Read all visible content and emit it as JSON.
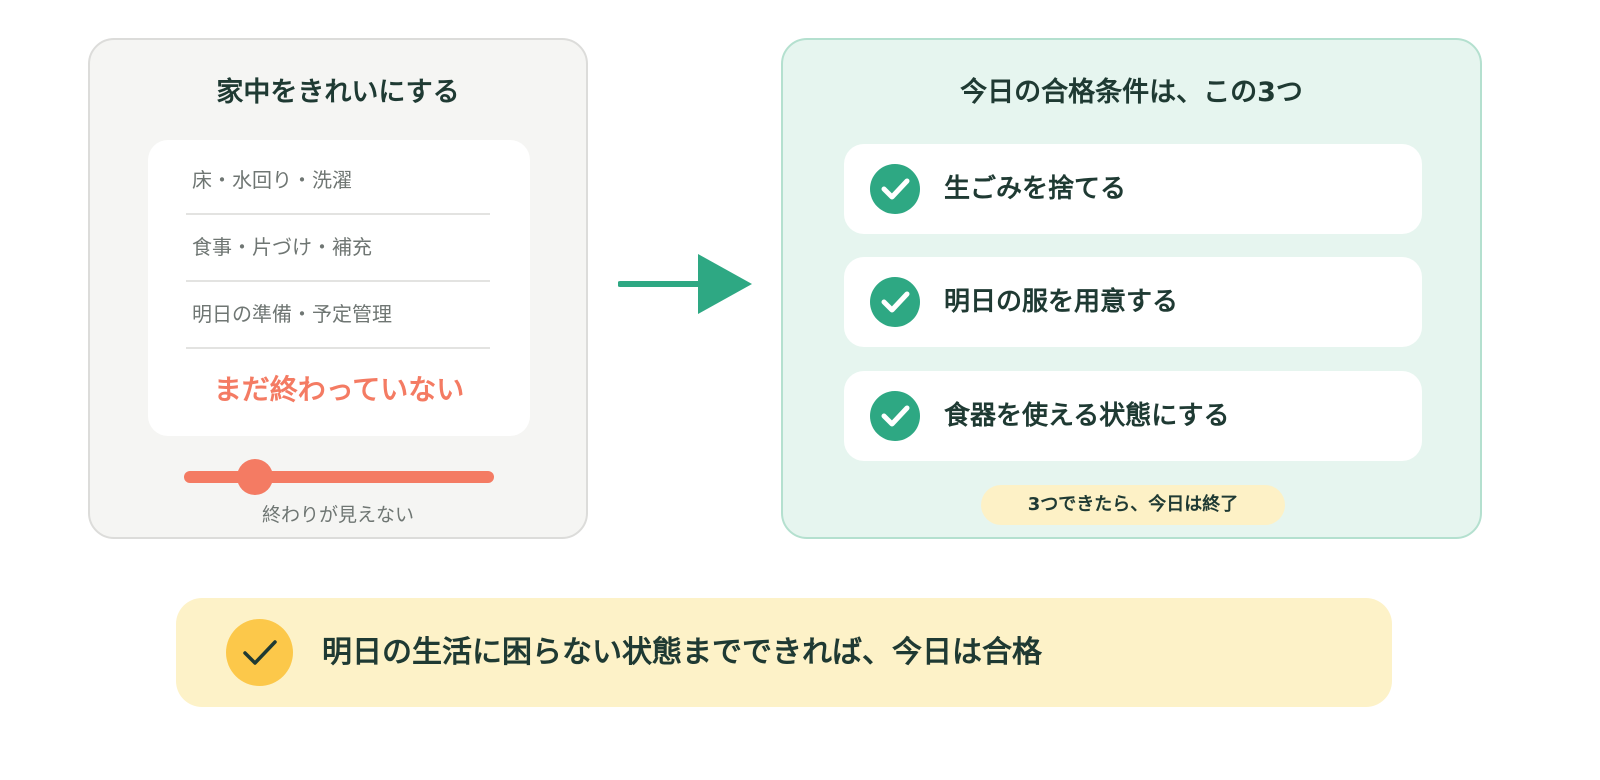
{
  "left_panel": {
    "title": "家中をきれいにする",
    "tasks": [
      "床・水回り・洗濯",
      "食事・片づけ・補充",
      "明日の準備・予定管理"
    ],
    "status": "まだ終わっていない",
    "slider": {
      "position_fraction": 0.23,
      "caption": "終わりが見えない"
    }
  },
  "arrow": {
    "icon": "arrow-right-icon"
  },
  "right_panel": {
    "title": "今日の合格条件は、この3つ",
    "conditions": [
      "生ごみを捨てる",
      "明日の服を用意する",
      "食器を使える状態にする"
    ],
    "done_badge": "3つできたら、今日は終了"
  },
  "banner": {
    "icon": "check-icon",
    "text": "明日の生活に困らない状態までできれば、今日は合格"
  },
  "colors": {
    "accent_green": "#2ea883",
    "accent_coral": "#f47b63",
    "accent_yellow": "#fcc84a",
    "text_dark": "#1f3a33"
  }
}
